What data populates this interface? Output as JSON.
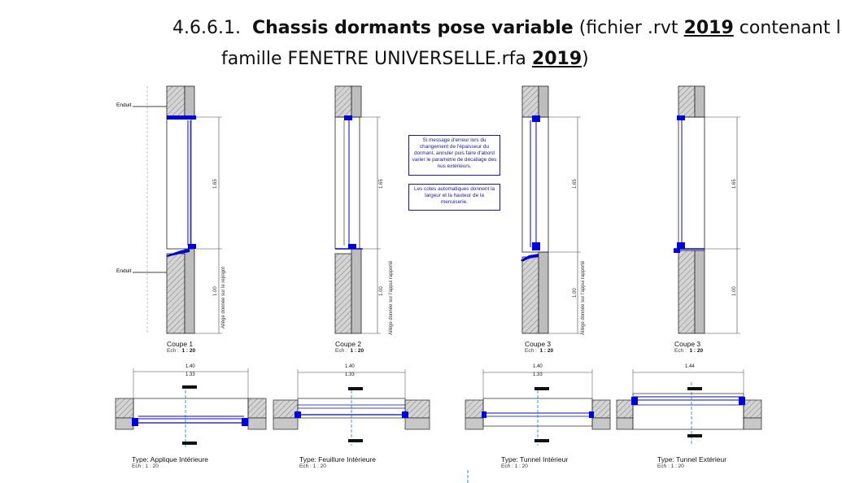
{
  "heading": {
    "number": "4.6.6.1.",
    "title_bold": "Chassis dormants pose variable",
    "paren_open": "(fichier .rvt",
    "year1": "2019",
    "mid": "contenant la",
    "line2_prefix": "famille FENETRE UNIVERSELLE.rfa",
    "year2": "2019",
    "paren_close": ")"
  },
  "labels": {
    "enduit": "Enduit",
    "dim_165": "1.65",
    "dim_100": "1.00",
    "dim_140": "1.40",
    "dim_133": "1.33",
    "dim_144": "1.44"
  },
  "sections": [
    {
      "name": "Coupe 1",
      "scale_prefix": "Ech :",
      "scale": "1 : 20",
      "allege": "Allège donnée sur le rejingot"
    },
    {
      "name": "Coupe 2",
      "scale_prefix": "Ech :",
      "scale": "1 : 20",
      "allege": "Allège donnée sur l'appui rapporté"
    },
    {
      "name": "Coupe 3",
      "scale_prefix": "Ech :",
      "scale": "1 : 20",
      "allege": "Allège donnée sur l'appui rapporté"
    },
    {
      "name": "Coupe 3",
      "scale_prefix": "Ech :",
      "scale": "1 : 20",
      "allege": ""
    }
  ],
  "notes": {
    "note1": "Si message d'erreur lors du changement de l'épaisseur du dormant, annuler puis faire d'abord varier le paramètre de décallage des nus extérieurs.",
    "note2": "Les cotes automatiques donnent la largeur et la hauteur de la menuiserie."
  },
  "types": [
    {
      "label": "Type: Applique Intérieure",
      "scale": "Ech : 1 : 20"
    },
    {
      "label": "Type: Feuillure Intérieure",
      "scale": "Ech : 1 : 20"
    },
    {
      "label": "Type: Tunnel Intérieur",
      "scale": "Ech : 1 : 20"
    },
    {
      "label": "Type: Tunnel Extérieur",
      "scale": "Ech : 1 : 20"
    }
  ],
  "colors": {
    "frame": "#0000dd",
    "line": "#222222",
    "hatch": "#555555",
    "wall": "#c8c8c8",
    "note": "#1a1a9a"
  }
}
